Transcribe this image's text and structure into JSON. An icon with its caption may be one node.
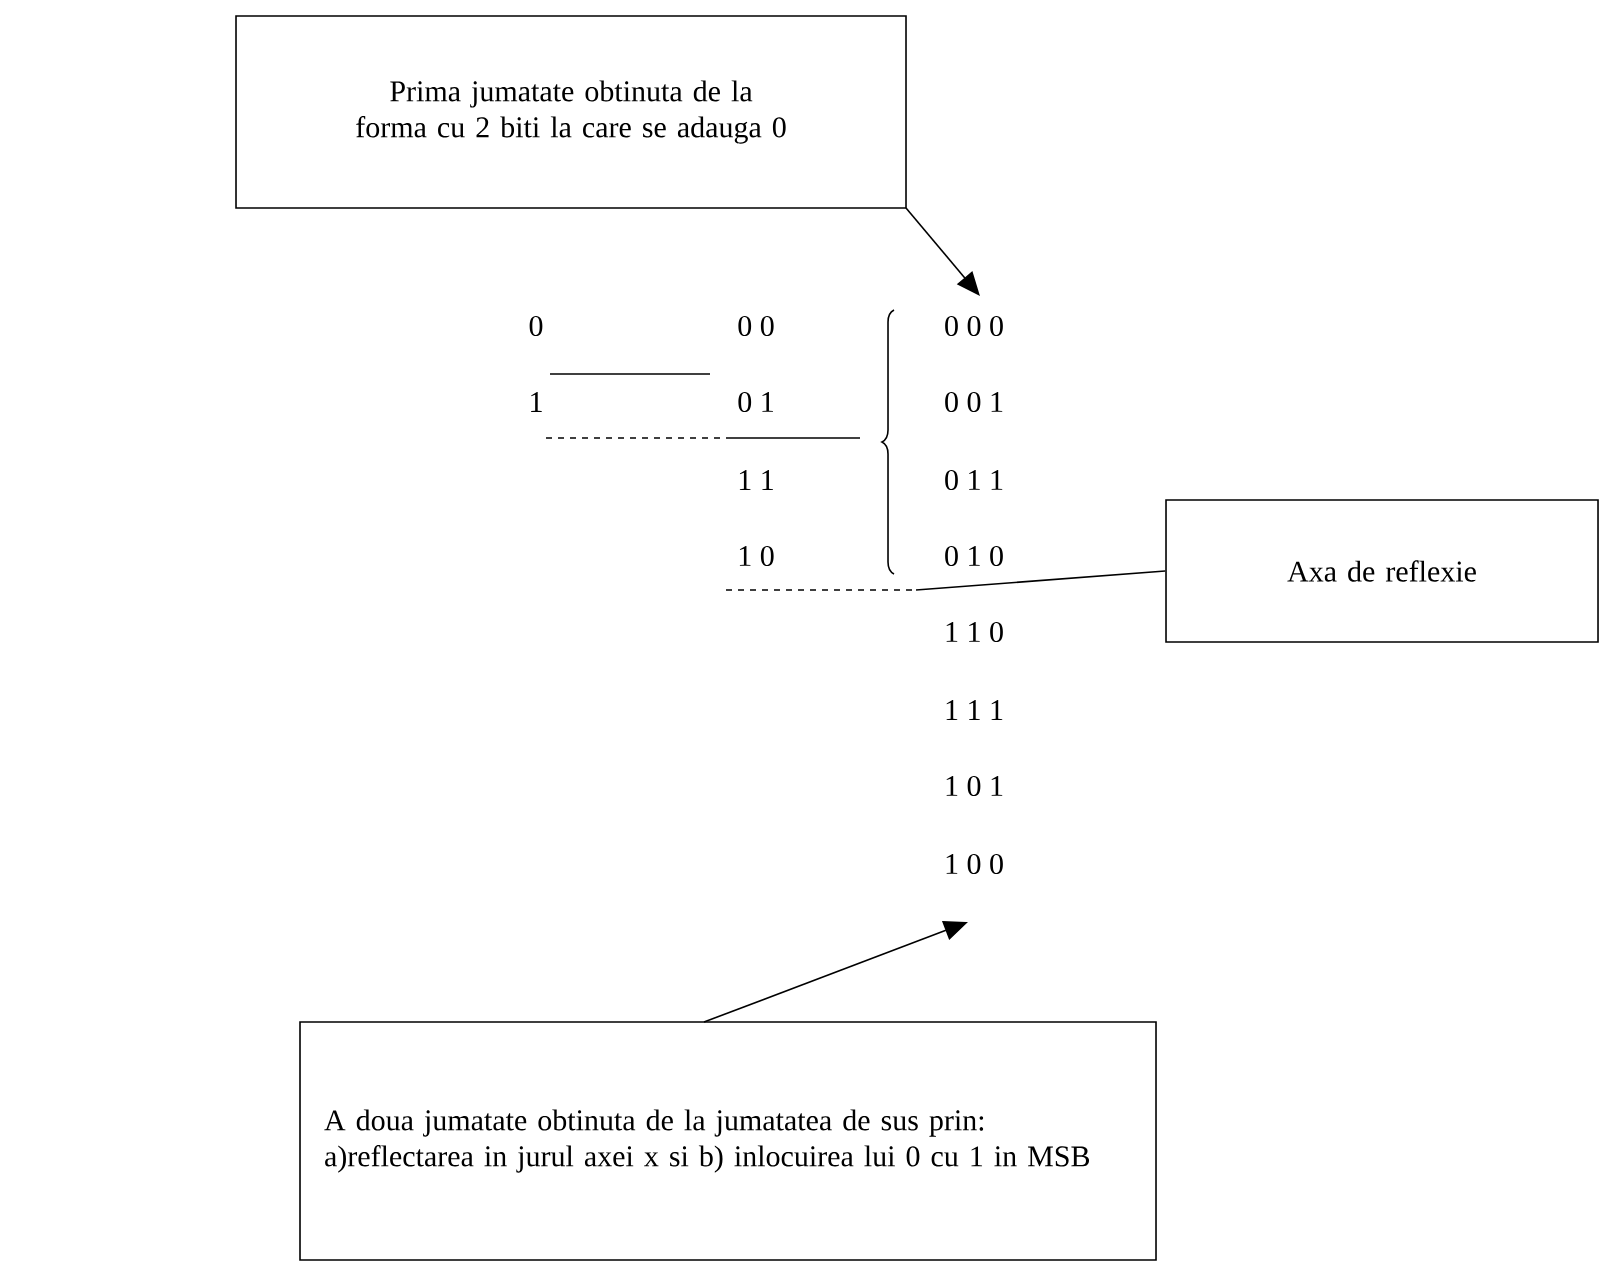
{
  "diagram": {
    "nodes": [
      {
        "text": [
          "Prima jumatate obtinuta de la forma cu 2 biti la care se adauga 0"
        ]
      },
      {
        "text": [
          "Axa de reflexie"
        ]
      },
      {
        "text": [
          "A doua jumatate obtinuta de la jumatatea de sus prin: a)reflectarea in jurul axei x si b) inlocuirea lui 0 cu 1 in MSB"
        ]
      }
    ],
    "edges": [
      {
        "from": 0,
        "to": null,
        "arrow": "to"
      },
      {
        "from": 1,
        "to": null,
        "arrow": "none"
      },
      {
        "from": 2,
        "to": null,
        "arrow": "to"
      }
    ],
    "labels": [
      "0",
      "0 0",
      "0 0 0",
      "1",
      "0 1",
      "0 0 1",
      "1 1",
      "0 1 1",
      "1 0",
      "0 1 0",
      "1 1 0",
      "1 1 1",
      "1 0 1",
      "1 0 0"
    ]
  }
}
